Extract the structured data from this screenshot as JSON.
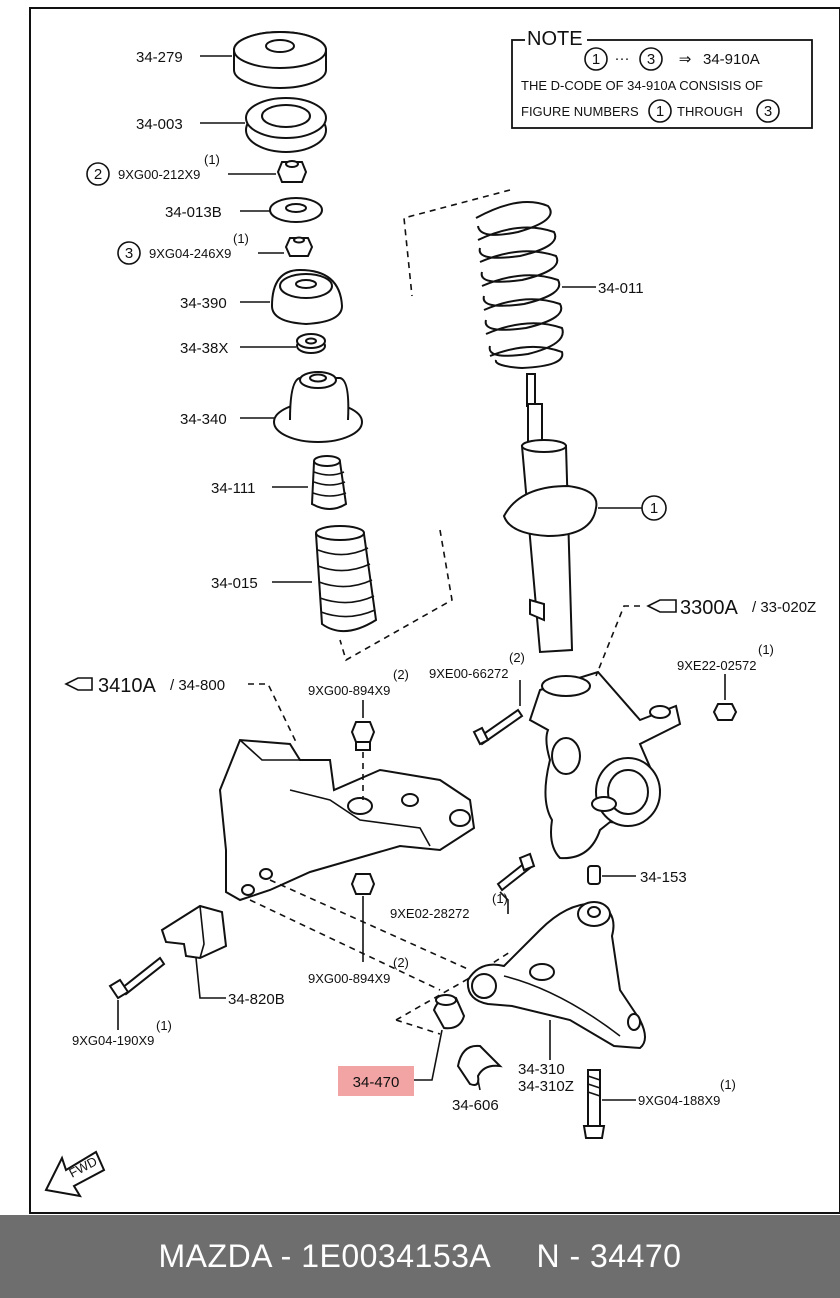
{
  "note": {
    "title": "NOTE",
    "circle_1": "1",
    "dots": "···",
    "circle_3": "3",
    "arrow": "⇒",
    "code": "34-910A",
    "line2": "THE D-CODE OF 34-910A CONSISIS OF",
    "line3_a": "FIGURE NUMBERS",
    "line3_b": "THROUGH"
  },
  "labels": {
    "p34_279": "34-279",
    "p34_003": "34-003",
    "p9xg00_212x9": "9XG00-212X9",
    "p9xg00_212x9_qty": "(1)",
    "p9xg00_212x9_circle": "2",
    "p34_013b": "34-013B",
    "p9xg04_246x9": "9XG04-246X9",
    "p9xg04_246x9_qty": "(1)",
    "p9xg04_246x9_circle": "3",
    "p34_390": "34-390",
    "p34_38x": "34-38X",
    "p34_340": "34-340",
    "p34_111": "34-111",
    "p34_015": "34-015",
    "p34_011": "34-011",
    "circle_1_strut": "1",
    "ref_3300a": "3300A",
    "ref_3300a_alt": "/ 33-020Z",
    "ref_3410a": "3410A",
    "ref_3410a_alt": "/ 34-800",
    "p9xe22_02572": "9XE22-02572",
    "p9xe22_02572_qty": "(1)",
    "p9xe00_66272": "9XE00-66272",
    "p9xe00_66272_qty": "(2)",
    "p9xg00_894x9_top": "9XG00-894X9",
    "p9xg00_894x9_top_qty": "(2)",
    "p34_153": "34-153",
    "p9xe02_28272": "9XE02-28272",
    "p9xe02_28272_qty": "(1)",
    "p9xg00_894x9_bot": "9XG00-894X9",
    "p9xg00_894x9_bot_qty": "(2)",
    "p34_820b": "34-820B",
    "p9xg04_190x9": "9XG04-190X9",
    "p9xg04_190x9_qty": "(1)",
    "p34_470": "34-470",
    "p34_310": "34-310",
    "p34_310z": "34-310Z",
    "p34_606": "34-606",
    "p9xg04_188x9": "9XG04-188X9",
    "p9xg04_188x9_qty": "(1)",
    "fwd": "FWD"
  },
  "highlight_color": "#f2a3a3",
  "footer": {
    "text": "MAZDA - 1E0034153A     N - 34470",
    "background": "#6e6e6e"
  }
}
